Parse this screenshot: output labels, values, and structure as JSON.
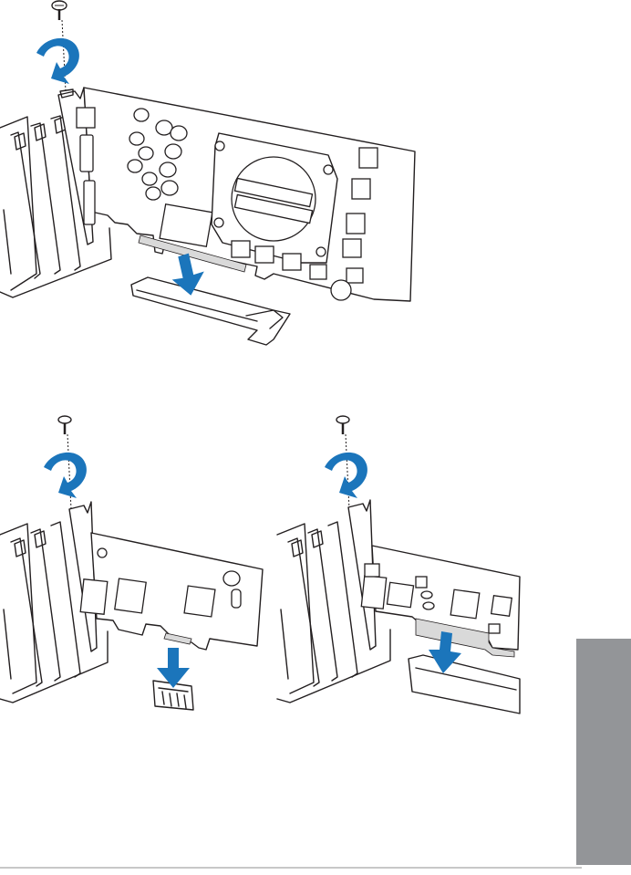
{
  "figures": [
    {
      "id": "graphics-card-x16-slot-install",
      "card": "graphics-card",
      "slot": "pcie-x16-slot"
    },
    {
      "id": "x1-card-install",
      "card": "pcie-x1-card",
      "slot": "pcie-x1-slot"
    },
    {
      "id": "x16-card-install",
      "card": "pcie-x16-card",
      "slot": "pcie-x16-slot"
    }
  ],
  "icons": {
    "screw": "screw-icon",
    "turn_arrow": "clockwise-arrow-icon",
    "insert_arrow": "down-arrow-icon"
  },
  "colors": {
    "arrow": "#1b75bb",
    "line": "#231f20",
    "side_tab": "#939598",
    "background": "#ffffff"
  }
}
